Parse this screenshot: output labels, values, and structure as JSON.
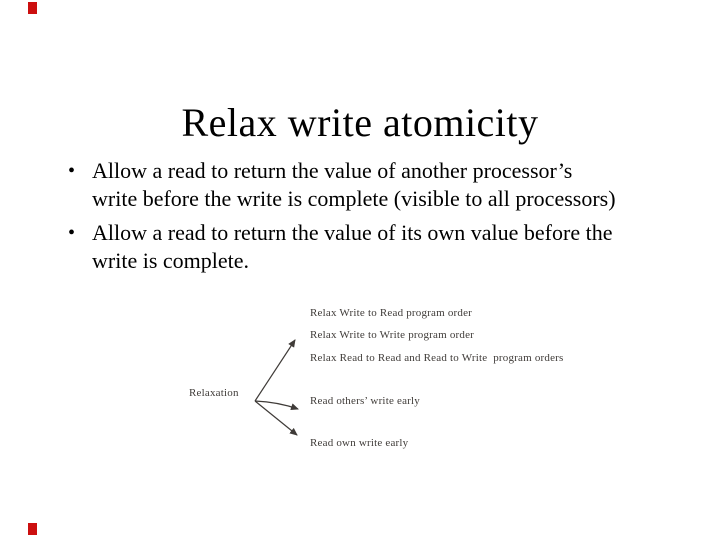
{
  "slide": {
    "title": "Relax write atomicity",
    "bullet_char": "•",
    "bullets": [
      {
        "lines": [
          "Allow a read to return the value of another processor’s",
          "write before the write is complete (visible to all processors)"
        ]
      },
      {
        "lines": [
          "Allow a read to return the value of its own value before the",
          "write is complete."
        ]
      }
    ],
    "diagram": {
      "root_label": "Relaxation",
      "branches": [
        "Relax Write to Read program order",
        "Relax Write to Write program order",
        "Relax Read to Read and Read to Write  program orders",
        "Read others’ write early",
        "Read own write early"
      ]
    },
    "colors": {
      "background": "#ffffff",
      "text": "#000000",
      "diagram_ink": "#3f3b38",
      "corner_mark": "#cc0f0f"
    }
  }
}
